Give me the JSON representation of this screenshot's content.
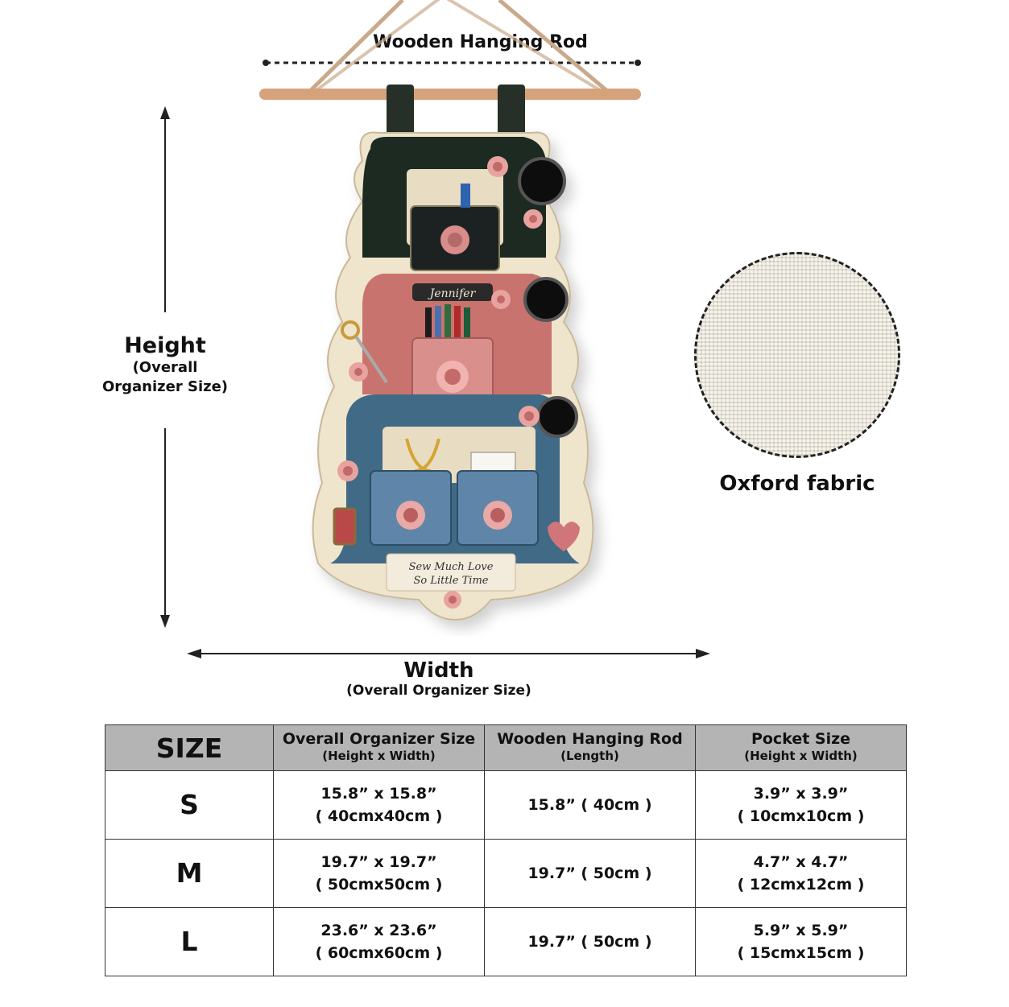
{
  "labels": {
    "rod": "Wooden Hanging Rod",
    "height_title": "Height",
    "height_sub1": "(Overall",
    "height_sub2": "Organizer Size)",
    "width_title": "Width",
    "width_sub": "(Overall Organizer Size)",
    "fabric": "Oxford fabric"
  },
  "product": {
    "pocket_top_name": "Jennifer",
    "banner_line1": "Sew Much Love",
    "banner_line2": "So Little Time"
  },
  "table": {
    "headers": [
      {
        "title": "SIZE",
        "sub": ""
      },
      {
        "title": "Overall Organizer Size",
        "sub": "(Height x Width)"
      },
      {
        "title": "Wooden Hanging Rod",
        "sub": "(Length)"
      },
      {
        "title": "Pocket Size",
        "sub": "(Height x Width)"
      }
    ],
    "rows": [
      {
        "size": "S",
        "overall_in": "15.8” x 15.8”",
        "overall_cm": "( 40cmx40cm )",
        "rod": "15.8” ( 40cm )",
        "pocket_in": "3.9” x 3.9”",
        "pocket_cm": "( 10cmx10cm )"
      },
      {
        "size": "M",
        "overall_in": "19.7” x 19.7”",
        "overall_cm": "( 50cmx50cm )",
        "rod": "19.7” ( 50cm )",
        "pocket_in": "4.7” x 4.7”",
        "pocket_cm": "( 12cmx12cm )"
      },
      {
        "size": "L",
        "overall_in": "23.6” x 23.6”",
        "overall_cm": "( 60cmx60cm )",
        "rod": "19.7” ( 50cm )",
        "pocket_in": "5.9” x 5.9”",
        "pocket_cm": "( 15cmx15cm )"
      }
    ]
  },
  "colors": {
    "header_bg": "#b4b4b4",
    "machine_black": "#1f2a24",
    "machine_pink": "#c9736e",
    "machine_blue": "#3f6a86",
    "rod_wood": "#d6a27c",
    "fabric": "#efe9dc"
  }
}
